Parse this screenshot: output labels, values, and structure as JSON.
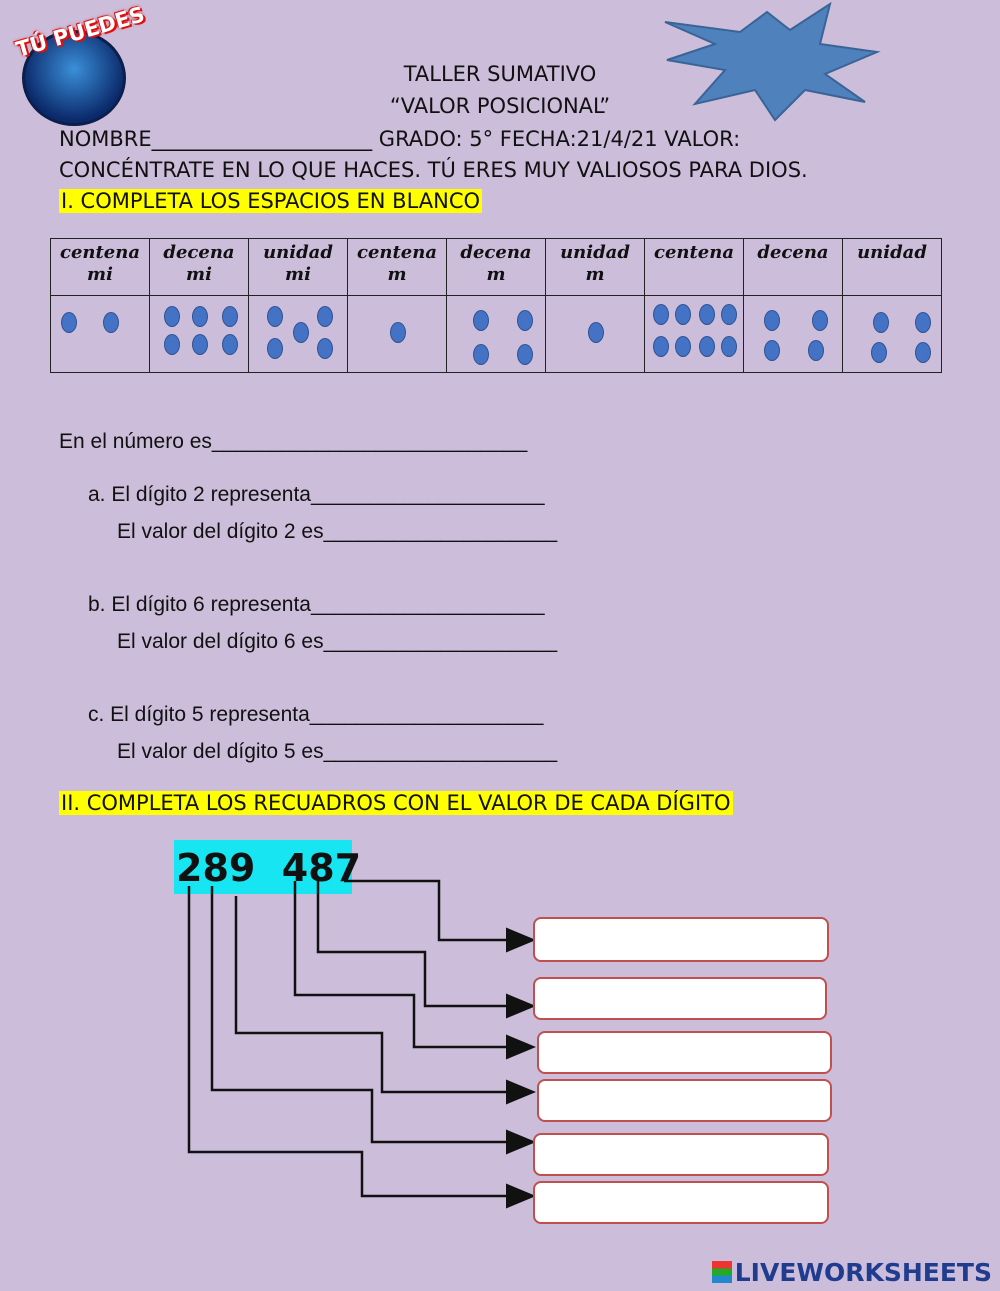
{
  "logo": {
    "text": "TÚ PUEDES"
  },
  "header": {
    "title_line1": "TALLER SUMATIVO",
    "title_line2": "“VALOR POSICIONAL”",
    "info_line": "NOMBRE_____________________ GRADO: 5°   FECHA:21/4/21 VALOR:",
    "motto": "CONCÉNTRATE EN LO QUE HACES. TÚ ERES MUY VALIOSOS PARA DIOS."
  },
  "section1": {
    "heading": "I. COMPLETA LOS ESPACIOS EN BLANCO",
    "columns": [
      {
        "l1": "centena",
        "l2": "mi",
        "dots": 2
      },
      {
        "l1": "decena",
        "l2": "mi",
        "dots": 6
      },
      {
        "l1": "unidad",
        "l2": "mi",
        "dots": 5
      },
      {
        "l1": "centena",
        "l2": "m",
        "dots": 1
      },
      {
        "l1": "decena",
        "l2": "m",
        "dots": 4
      },
      {
        "l1": "unidad",
        "l2": "m",
        "dots": 1
      },
      {
        "l1": "centena",
        "l2": "",
        "dots": 8
      },
      {
        "l1": "decena",
        "l2": "",
        "dots": 4
      },
      {
        "l1": "unidad",
        "l2": "",
        "dots": 4
      }
    ],
    "number_line": "En el número  es___________________________",
    "questions": [
      {
        "q": "a.  El dígito 2 representa____________________",
        "v": "El valor del dígito 2 es____________________"
      },
      {
        "q": "b.  El dígito 6 representa____________________",
        "v": "El valor del dígito 6 es____________________"
      },
      {
        "q": "c.  El dígito 5 representa____________________",
        "v": "El valor del dígito 5 es____________________"
      }
    ]
  },
  "section2": {
    "heading": "II. COMPLETA LOS RECUADROS CON EL VALOR DE CADA DÍGITO",
    "number": "289  487"
  },
  "footer": {
    "brand": "LIVEWORKSHEETS"
  },
  "colors": {
    "background": "#ccbdda",
    "highlight": "#ffff00",
    "number_bg": "#17e6f2",
    "dot": "#4472c4",
    "star": "#4f81bd",
    "box_border": "#c0504d"
  }
}
